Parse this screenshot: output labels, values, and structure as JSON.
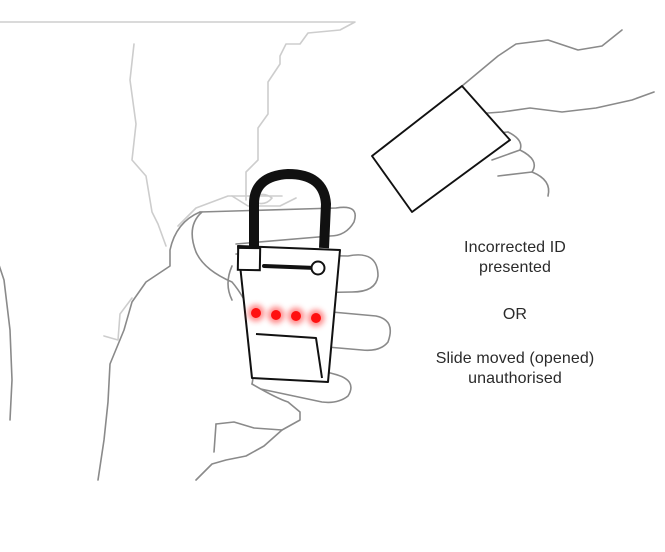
{
  "caption": {
    "line1": "Incorrected ID",
    "line2": "presented",
    "or": "OR",
    "line3": "Slide moved (opened)",
    "line4": "unauthorised"
  },
  "colors": {
    "sketch_light": "#c8c8c8",
    "sketch_dark": "#8c8c8c",
    "ink": "#111111",
    "led_red": "#ff1a1a"
  },
  "leds": {
    "count": 4,
    "state": "on"
  },
  "icons": {
    "padlock": "padlock-icon",
    "id_card": "id-card-icon"
  }
}
